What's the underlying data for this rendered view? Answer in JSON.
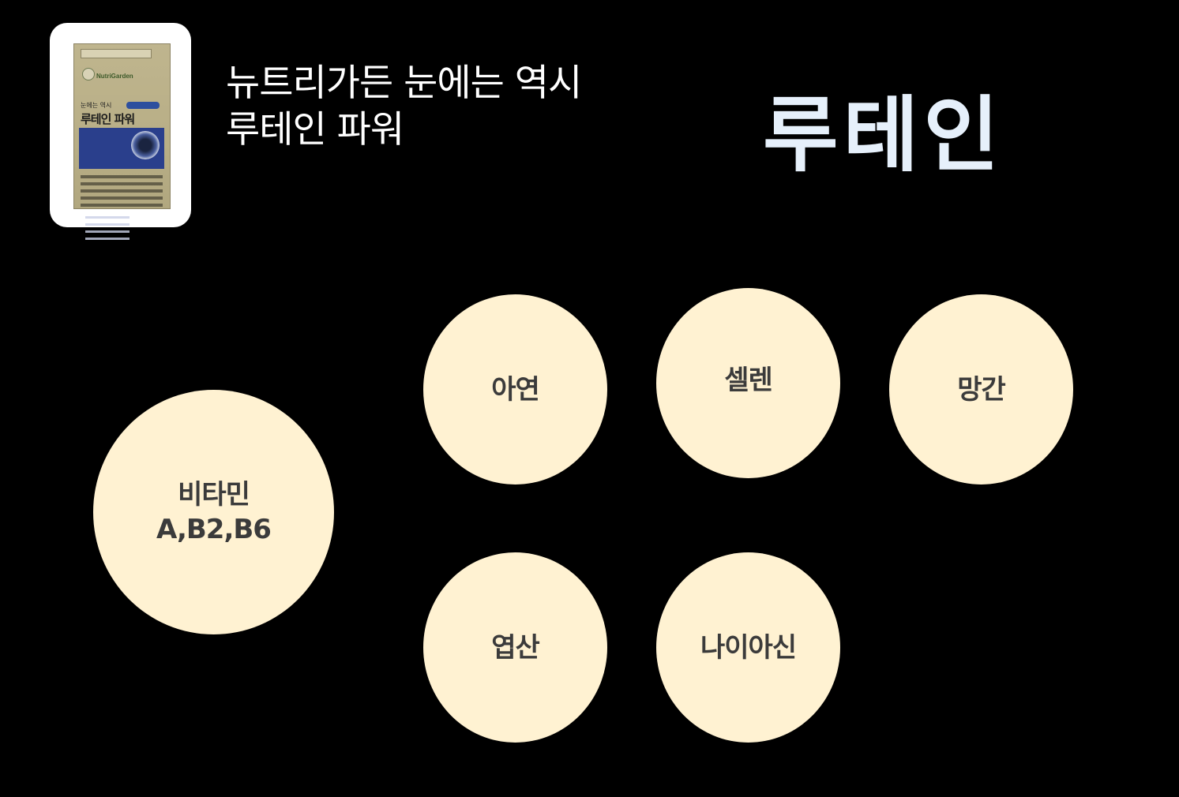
{
  "headline": {
    "line1": "뉴트리가든 눈에는 역시",
    "line2": "루테인 파워"
  },
  "big_title": "루테인",
  "product": {
    "brand": "NutriGarden",
    "sub": "눈에는 역시",
    "name": "루테인 파워"
  },
  "ingredients": {
    "vitamin_line1": "비타민",
    "vitamin_line2": "A,B2,B6",
    "zinc": "아연",
    "selenium": "셀렌",
    "manganese": "망간",
    "folic_acid": "엽산",
    "niacin": "나이아신"
  },
  "colors": {
    "background": "#000000",
    "bubble": "#fff2d2",
    "bubble_text": "#3b3b3b",
    "title": "#e6f0fb"
  }
}
